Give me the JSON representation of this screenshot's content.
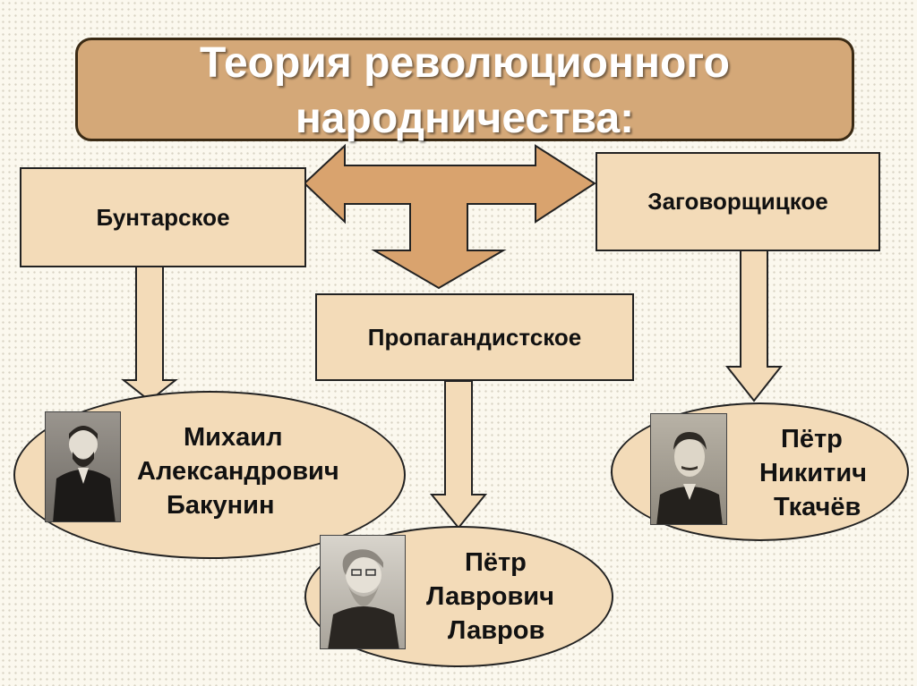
{
  "title": {
    "line1": "Теория революционного",
    "line2": "народничества:"
  },
  "branches": {
    "buntarskoe": "Бунтарское",
    "zagovorshchitskoe": "Заговорщицкое",
    "propagandistskoe": "Пропагандистское"
  },
  "people": {
    "bakunin": {
      "line1": "Михаил",
      "line2": "Александрович",
      "line3": "Бакунин",
      "photo": "portrait-bakunin"
    },
    "lavrov": {
      "line1": "Пётр",
      "line2": "Лаврович",
      "line3": "Лавров",
      "photo": "portrait-lavrov"
    },
    "tkachev": {
      "line1": "Пётр",
      "line2": "Никитич",
      "line3": "Ткачёв",
      "photo": "portrait-tkachev"
    }
  },
  "colors": {
    "title_fill": "#d4a878",
    "box_fill": "#f3dbb8",
    "arrow_fill": "#d9a36e"
  }
}
